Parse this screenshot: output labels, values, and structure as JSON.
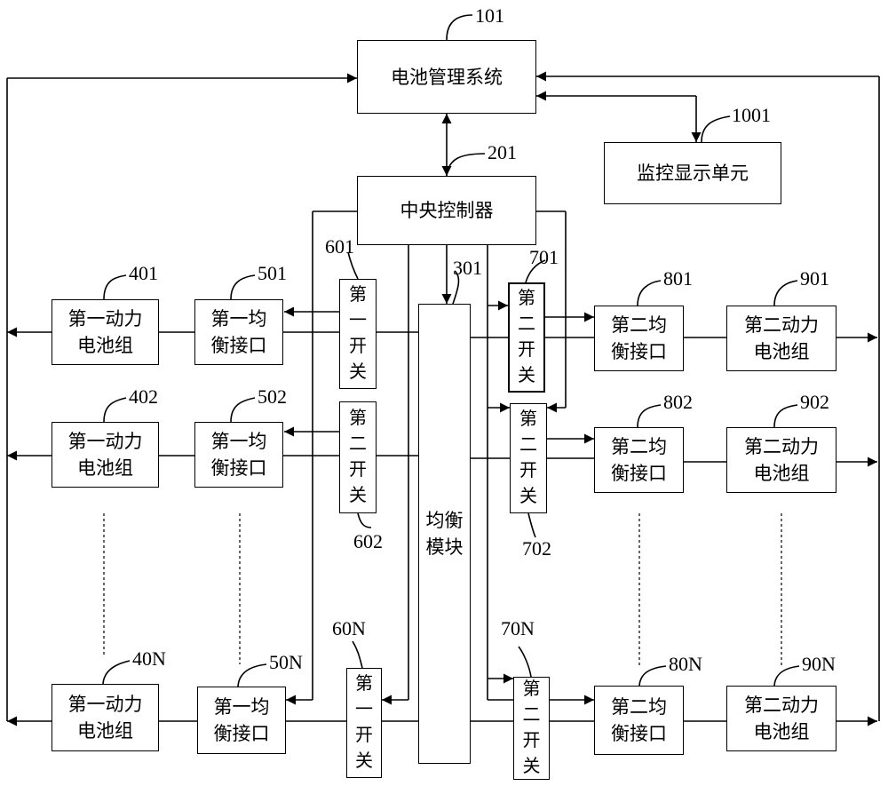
{
  "boxes": {
    "bms": "电池管理系统",
    "monitor": "监控显示单元",
    "controller": "中央控制器",
    "balance_module": "均衡\n模块",
    "left_battery": "第一动力\n电池组",
    "left_interface": "第一均\n衡接口",
    "right_interface": "第二均\n衡接口",
    "right_battery": "第二动力\n电池组",
    "switch_first": "第\n一\n开\n关",
    "switch_second": "第\n二\n开\n关"
  },
  "labels": {
    "l101": "101",
    "l1001": "1001",
    "l201": "201",
    "l301": "301",
    "l401": "401",
    "l501": "501",
    "l601": "601",
    "l701": "701",
    "l801": "801",
    "l901": "901",
    "l402": "402",
    "l502": "502",
    "l602": "602",
    "l702": "702",
    "l802": "802",
    "l902": "902",
    "l40N": "40N",
    "l50N": "50N",
    "l60N": "60N",
    "l70N": "70N",
    "l80N": "80N",
    "l90N": "90N"
  }
}
